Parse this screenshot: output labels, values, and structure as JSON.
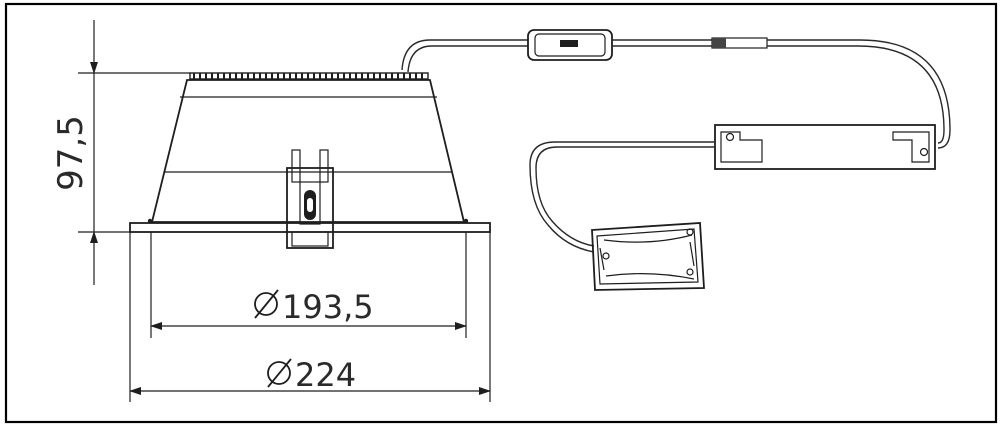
{
  "dimensions": {
    "height": "97,5",
    "inner_diameter": "193,5",
    "outer_diameter": "224",
    "diameter_symbol": "Ø"
  },
  "icons": [
    "diameter-symbol-icon"
  ]
}
